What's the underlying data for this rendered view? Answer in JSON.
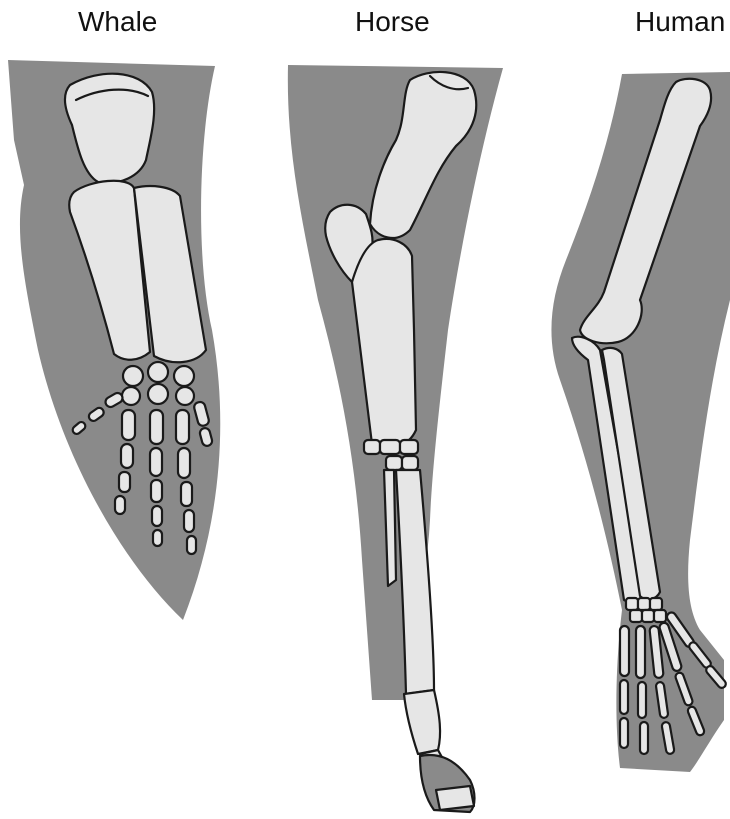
{
  "labels": {
    "whale": "Whale",
    "horse": "Horse",
    "human": "Human"
  },
  "colors": {
    "background": "#ffffff",
    "flesh": "#8a8a8a",
    "bone": "#e6e6e6",
    "outline": "#1a1a1a",
    "text": "#111111"
  }
}
